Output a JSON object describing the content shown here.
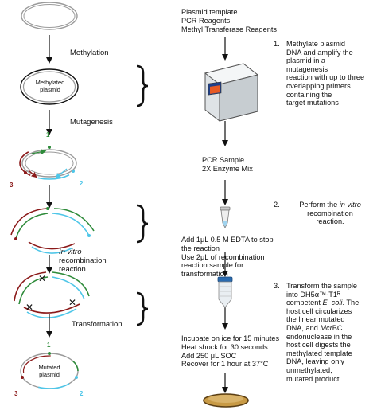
{
  "left_labels": {
    "methylation": "Methylation",
    "methylated_plasmid": [
      "Methylated",
      "plasmid"
    ],
    "mutagenesis": "Mutagenesis",
    "in_vitro": [
      "In vitro",
      "recombination",
      "reaction"
    ],
    "transformation": "Transformation",
    "mutated_plasmid": [
      "Mutated",
      "plasmid"
    ]
  },
  "primer_numbers": [
    "1",
    "2",
    "3"
  ],
  "reagents_top": [
    "Plasmid template",
    "PCR Reagents",
    "Methyl Transferase Reagents"
  ],
  "pcr_sample": [
    "PCR Sample",
    "2X Enzyme Mix"
  ],
  "edta_text": [
    "Add 1μL 0.5 M EDTA to stop",
    "the reaction",
    "Use 2μL of recombination",
    "reaction sample for",
    "transformation"
  ],
  "incubate_text": [
    "Incubate on ice for 15 minutes",
    "Heat shock for 30 seconds",
    "Add 250 μL SOC",
    "Recover for 1 hour at 37°C"
  ],
  "steps": [
    {
      "num": "1.",
      "lines": [
        "Methylate plasmid",
        "DNA and amplify the",
        "plasmid in a",
        "mutagenesis",
        "reaction with up to three",
        "overlapping primers",
        "containing the",
        "target mutations"
      ]
    },
    {
      "num": "2.",
      "lines": [
        "Perform the in vitro",
        "recombination",
        "reaction."
      ]
    },
    {
      "num": "3.",
      "lines": [
        "Transform the sample",
        "into DH5α™-T1ᴿ",
        "competent E. coli. The",
        "host cell circularizes",
        "the linear mutated",
        "DNA, and McrBC",
        "endonuclease in the",
        "host cell digests the",
        "methylated template",
        "DNA, leaving only",
        "unmethylated,",
        "mutated product"
      ]
    }
  ],
  "colors": {
    "green": "#2e8b3a",
    "cyan": "#4fc6e8",
    "maroon": "#8b1a1a",
    "black": "#111111",
    "gray": "#9a9a9a"
  }
}
